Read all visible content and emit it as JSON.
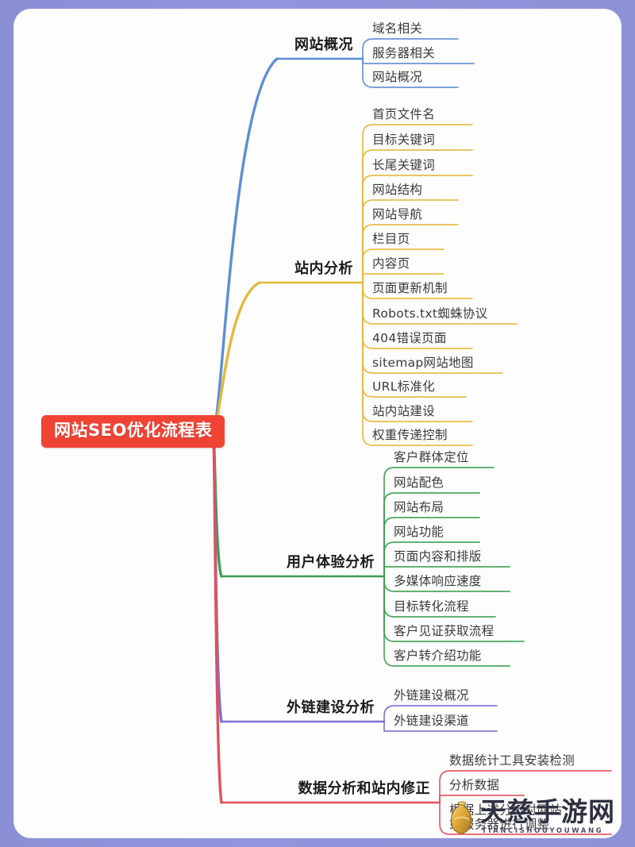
{
  "canvas": {
    "background": "#fdfdfd",
    "frame_color": "#8f93db"
  },
  "mindmap": {
    "title": "网站SEO优化流程表",
    "root": {
      "label": "网站SEO优化流程表",
      "color": "#ef4434",
      "text_color": "#ffffff"
    },
    "branches": [
      {
        "label": "网站概况",
        "color": "#5b8fd4",
        "children": [
          {
            "label": "域名相关"
          },
          {
            "label": "服务器相关"
          },
          {
            "label": "网站概况"
          }
        ]
      },
      {
        "label": "站内分析",
        "color": "#e3b93c",
        "children": [
          {
            "label": "首页文件名"
          },
          {
            "label": "目标关键词"
          },
          {
            "label": "长尾关键词"
          },
          {
            "label": "网站结构"
          },
          {
            "label": "网站导航"
          },
          {
            "label": "栏目页"
          },
          {
            "label": "内容页"
          },
          {
            "label": "页面更新机制"
          },
          {
            "label": "Robots.txt蜘蛛协议"
          },
          {
            "label": "404错误页面"
          },
          {
            "label": "sitemap网站地图"
          },
          {
            "label": "URL标准化"
          },
          {
            "label": "站内站建设"
          },
          {
            "label": "权重传递控制"
          }
        ]
      },
      {
        "label": "用户体验分析",
        "color": "#3f9e54",
        "children": [
          {
            "label": "客户群体定位"
          },
          {
            "label": "网站配色"
          },
          {
            "label": "网站布局"
          },
          {
            "label": "网站功能"
          },
          {
            "label": "页面内容和排版"
          },
          {
            "label": "多媒体响应速度"
          },
          {
            "label": "目标转化流程"
          },
          {
            "label": "客户见证获取流程"
          },
          {
            "label": "客户转介绍功能"
          }
        ]
      },
      {
        "label": "外链建设分析",
        "color": "#7b6fd0",
        "children": [
          {
            "label": "外链建设概况"
          },
          {
            "label": "外链建设渠道"
          }
        ]
      },
      {
        "label": "数据分析和站内修正",
        "color": "#e0515b",
        "children": [
          {
            "label": "数据统计工具安装检测"
          },
          {
            "label": "分析数据"
          },
          {
            "label": "根据上述分析对网站\n或服务器进行调整"
          }
        ]
      }
    ]
  },
  "watermark": {
    "main": "天慈手游网",
    "sub": "TIANCISHOUYOUWANG",
    "icon": "vase-icon"
  }
}
